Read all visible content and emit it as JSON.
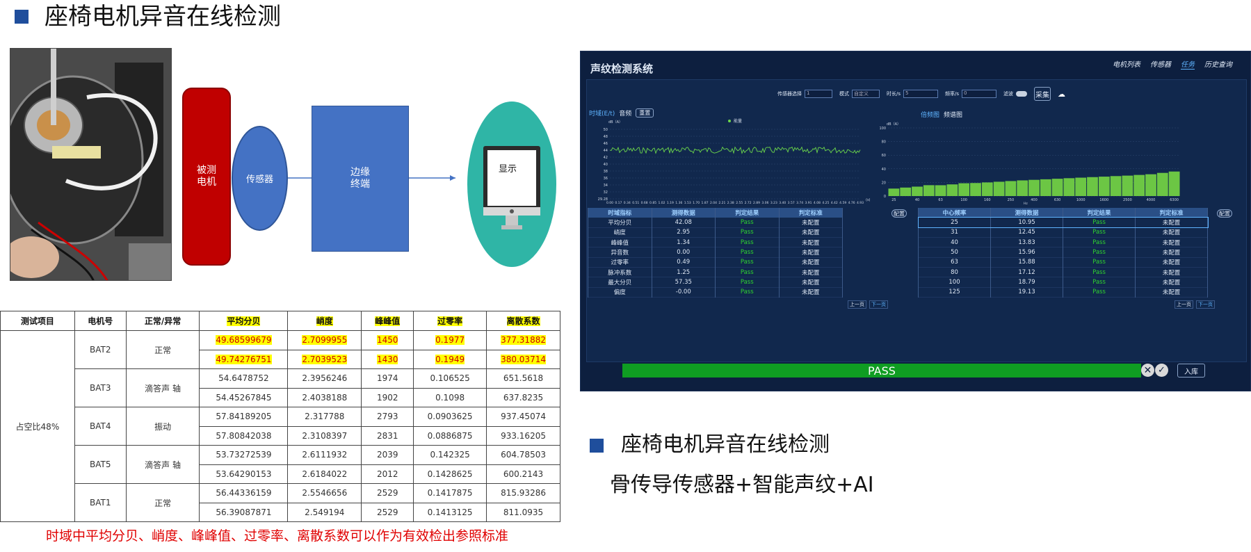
{
  "heading": {
    "title": "座椅电机异音在线检测"
  },
  "flow": {
    "motor": "被测\n电机",
    "sensor": "传感器",
    "edge": "边缘\n终端",
    "display": "显示"
  },
  "table": {
    "headers": [
      "测试项目",
      "电机号",
      "正常/异常",
      "平均分贝",
      "峭度",
      "峰峰值",
      "过零率",
      "离散系数"
    ],
    "test_item": "占空比48%",
    "groups": [
      {
        "motor": "BAT2",
        "status": "正常",
        "rows": [
          [
            "49.68599679",
            "2.7099955",
            "1450",
            "0.1977",
            "377.31882"
          ],
          [
            "49.74276751",
            "2.7039523",
            "1430",
            "0.1949",
            "380.03714"
          ]
        ]
      },
      {
        "motor": "BAT3",
        "status": "滴答声 轴",
        "rows": [
          [
            "54.6478752",
            "2.3956246",
            "1974",
            "0.106525",
            "651.5618"
          ],
          [
            "54.45267845",
            "2.4038188",
            "1902",
            "0.1098",
            "637.8235"
          ]
        ]
      },
      {
        "motor": "BAT4",
        "status": "振动",
        "rows": [
          [
            "57.84189205",
            "2.317788",
            "2793",
            "0.0903625",
            "937.45074"
          ],
          [
            "57.80842038",
            "2.3108397",
            "2831",
            "0.0886875",
            "933.16205"
          ]
        ]
      },
      {
        "motor": "BAT5",
        "status": "滴答声 轴",
        "rows": [
          [
            "53.73272539",
            "2.6111932",
            "2039",
            "0.142325",
            "604.78503"
          ],
          [
            "53.64290153",
            "2.6184022",
            "2012",
            "0.1428625",
            "600.2143"
          ]
        ]
      },
      {
        "motor": "BAT1",
        "status": "正常",
        "rows": [
          [
            "56.44336159",
            "2.5546656",
            "2529",
            "0.1417875",
            "815.93286"
          ],
          [
            "56.39087871",
            "2.549194",
            "2529",
            "0.1413125",
            "811.0935"
          ]
        ]
      }
    ]
  },
  "note": "时域中平均分贝、峭度、峰峰值、过零率、离散系数可以作为有效检出参照标准",
  "dashboard": {
    "title": "声纹检测系统",
    "nav": [
      "电机列表",
      "传感器",
      "任务",
      "历史查询"
    ],
    "nav_active": 2,
    "controls": {
      "c1_label": "传感器选择",
      "c1_value": "1",
      "c2_label": "模式",
      "c2_value": "自定义",
      "c3_label": "时长/s",
      "c3_value": "5",
      "c4_label": "频率/s",
      "c4_value": "0",
      "c5_label": "滤波",
      "collect_btn": "采集"
    },
    "left_chart": {
      "tabs": [
        "时域(E/t)",
        "音频",
        "重置"
      ],
      "legend": "能量",
      "y_unit": "dB（A）",
      "x_unit": "(s)",
      "y_ticks": [
        "50",
        "48",
        "46",
        "44",
        "42",
        "40",
        "38",
        "36",
        "34",
        "32",
        "29.28"
      ],
      "x_ticks": [
        "0.00",
        "0.17",
        "0.34",
        "0.51",
        "0.68",
        "0.85",
        "1.02",
        "1.19",
        "1.36",
        "1.53",
        "1.70",
        "1.87",
        "2.04",
        "2.21",
        "2.38",
        "2.55",
        "2.72",
        "2.89",
        "3.06",
        "3.23",
        "3.40",
        "3.57",
        "3.74",
        "3.91",
        "4.08",
        "4.25",
        "4.42",
        "4.59",
        "4.76",
        "4.93"
      ]
    },
    "right_chart": {
      "tabs": [
        "倍频图",
        "频谱图"
      ],
      "y_unit": "dB（A）",
      "y_ticks": [
        "100",
        "80",
        "60",
        "40",
        "20",
        "0"
      ],
      "x_ticks": [
        "25",
        "40",
        "63",
        "100",
        "160",
        "250",
        "400",
        "630",
        "1000",
        "1600",
        "2500",
        "4000",
        "6300"
      ],
      "x_unit": "Hz"
    },
    "chart_data": {
      "type": "bar",
      "categories": [
        "25",
        "31",
        "40",
        "50",
        "63",
        "80",
        "100",
        "125",
        "160",
        "200",
        "250",
        "315",
        "400",
        "500",
        "630",
        "800",
        "1000",
        "1250",
        "1600",
        "2000",
        "2500",
        "3150",
        "4000",
        "5000",
        "6300"
      ],
      "values": [
        10.95,
        12.45,
        13.83,
        15.96,
        15.88,
        17.12,
        18.79,
        19.13,
        20.0,
        21.0,
        22.0,
        23.0,
        23.8,
        24.6,
        25.4,
        26.2,
        27.0,
        27.8,
        28.5,
        29.3,
        30.0,
        31.0,
        32.0,
        34.0,
        36.0
      ],
      "ylim": [
        0,
        100
      ]
    },
    "left_table": {
      "config_btn": "配置",
      "headers": [
        "时域指标",
        "测得数据",
        "判定结果",
        "判定标准"
      ],
      "rows": [
        [
          "平均分贝",
          "42.08",
          "Pass",
          "未配置"
        ],
        [
          "峭度",
          "2.95",
          "Pass",
          "未配置"
        ],
        [
          "峰峰值",
          "1.34",
          "Pass",
          "未配置"
        ],
        [
          "异音数",
          "0.00",
          "Pass",
          "未配置"
        ],
        [
          "过零率",
          "0.49",
          "Pass",
          "未配置"
        ],
        [
          "脉冲系数",
          "1.25",
          "Pass",
          "未配置"
        ],
        [
          "最大分贝",
          "57.35",
          "Pass",
          "未配置"
        ],
        [
          "偏度",
          "-0.00",
          "Pass",
          "未配置"
        ]
      ],
      "prev": "上一页",
      "next": "下一页"
    },
    "right_table": {
      "config_btn": "配置",
      "headers": [
        "中心频率",
        "测得数据",
        "判定结果",
        "判定标准"
      ],
      "rows": [
        [
          "25",
          "10.95",
          "Pass",
          "未配置"
        ],
        [
          "31",
          "12.45",
          "Pass",
          "未配置"
        ],
        [
          "40",
          "13.83",
          "Pass",
          "未配置"
        ],
        [
          "50",
          "15.96",
          "Pass",
          "未配置"
        ],
        [
          "63",
          "15.88",
          "Pass",
          "未配置"
        ],
        [
          "80",
          "17.12",
          "Pass",
          "未配置"
        ],
        [
          "100",
          "18.79",
          "Pass",
          "未配置"
        ],
        [
          "125",
          "19.13",
          "Pass",
          "未配置"
        ]
      ],
      "prev": "上一页",
      "next": "下一页"
    },
    "result": "PASS",
    "store_btn": "入库"
  },
  "section2": {
    "title": "座椅电机异音在线检测",
    "subtitle": "骨传导传感器+智能声纹+AI"
  }
}
